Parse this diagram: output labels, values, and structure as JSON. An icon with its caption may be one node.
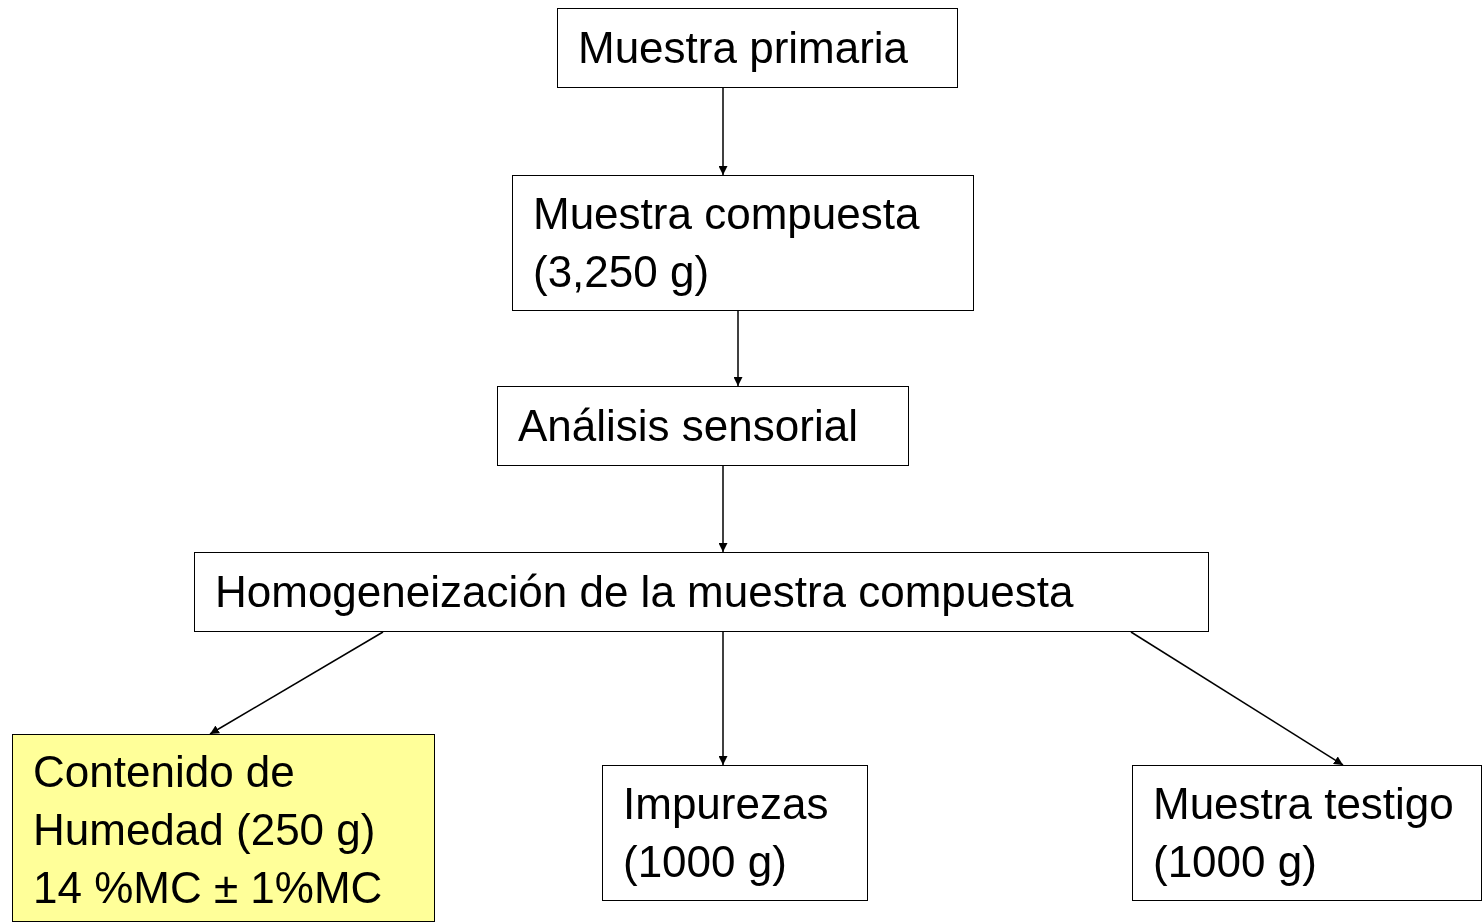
{
  "diagram": {
    "nodes": [
      {
        "text": [
          "Muestra primaria"
        ]
      },
      {
        "text": [
          "Muestra compuesta (3,250 g)"
        ]
      },
      {
        "text": [
          "Análisis sensorial"
        ]
      },
      {
        "text": [
          "Homogeneización de la muestra compuesta"
        ]
      },
      {
        "text": [
          "Contenido de Humedad (250 g) 14 %MC ± 1%MC"
        ]
      },
      {
        "text": [
          "Impurezas (1000 g)"
        ]
      },
      {
        "text": [
          "Muestra testigo (1000 g)"
        ]
      }
    ],
    "edges": [
      {
        "from": 0,
        "to": 1,
        "arrow": "to"
      },
      {
        "from": 1,
        "to": 2,
        "arrow": "to"
      },
      {
        "from": 2,
        "to": 3,
        "arrow": "to"
      },
      {
        "from": 3,
        "to": 4,
        "arrow": "to"
      },
      {
        "from": 3,
        "to": 5,
        "arrow": "to"
      },
      {
        "from": 3,
        "to": 6,
        "arrow": "to"
      }
    ]
  }
}
